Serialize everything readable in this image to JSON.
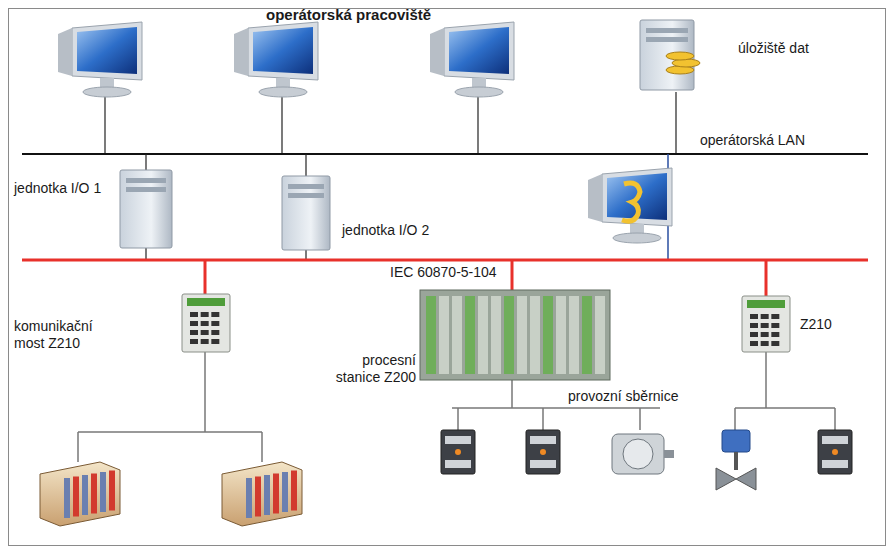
{
  "diagram": {
    "labels": [
      "operátorská pracoviště",
      "úložiště dat",
      "operátorská LAN",
      "jednotka I/O 1",
      "jednotka I/O 2",
      "IEC 60870-5-104",
      "komunikační most Z210",
      "procesní stanice Z200",
      "Z210",
      "provozní sběrnice"
    ]
  }
}
